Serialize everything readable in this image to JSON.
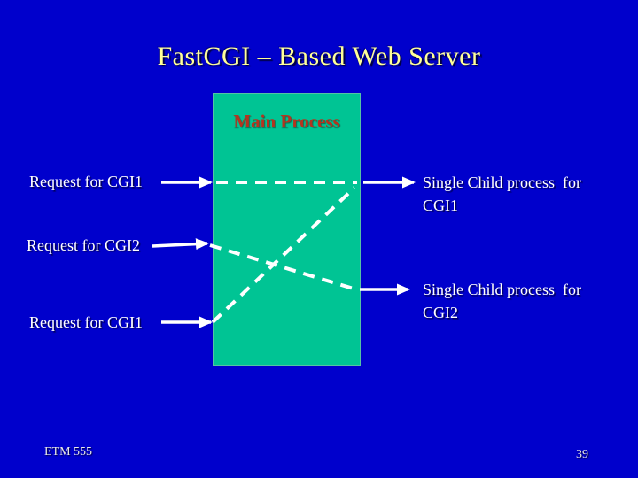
{
  "slide": {
    "title": "FastCGI – Based Web Server",
    "footer_left": "ETM 555",
    "page_number": "39",
    "colors": {
      "background": "#0000cc",
      "title_text": "#ffff99",
      "main_box_fill": "#00c494",
      "main_box_label_text": "#b5341f",
      "body_text": "#ffffff",
      "arrows_and_dashes": "#ffffff"
    }
  },
  "diagram": {
    "main_box": {
      "label": "Main Process"
    },
    "left_labels": [
      {
        "text": "Request for CGI1"
      },
      {
        "text": "Request for CGI2"
      },
      {
        "text": "Request for CGI1"
      }
    ],
    "right_labels": [
      {
        "line1": "Single Child process  for",
        "line2": "CGI1"
      },
      {
        "line1": "Single Child process  for",
        "line2": "CGI2"
      }
    ],
    "flows": [
      {
        "from": "Request for CGI1 (top)",
        "through": "Main Process",
        "to": "Single Child process for CGI1",
        "style": "dashed horizontal"
      },
      {
        "from": "Request for CGI2 (middle)",
        "through": "Main Process",
        "to": "Single Child process for CGI2",
        "style": "dashed descending"
      },
      {
        "from": "Request for CGI1 (bottom)",
        "through": "Main Process",
        "to": "Single Child process for CGI1",
        "style": "dashed ascending"
      }
    ]
  }
}
